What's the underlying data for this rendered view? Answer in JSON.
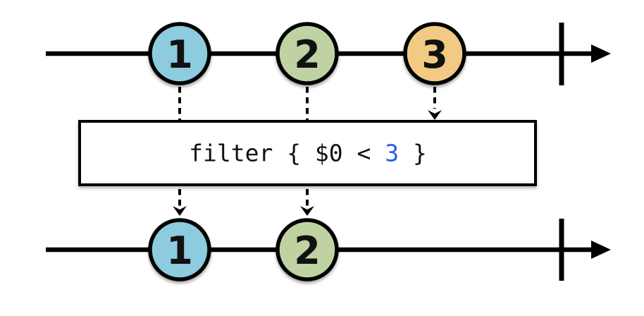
{
  "colors": {
    "background": "#ffffff",
    "outline": "#000000",
    "marble_blue": "#8DCBDE",
    "marble_green": "#BFD3A2",
    "marble_orange": "#F2CA84",
    "code_highlight": "#2B5BE8"
  },
  "source_stream": {
    "marbles": [
      {
        "value": "1",
        "fill": "#8DCBDE"
      },
      {
        "value": "2",
        "fill": "#BFD3A2"
      },
      {
        "value": "3",
        "fill": "#F2CA84"
      }
    ]
  },
  "operator": {
    "code_prefix": "filter { $0 < ",
    "code_value": "3",
    "code_suffix": " }"
  },
  "output_stream": {
    "marbles": [
      {
        "value": "1",
        "fill": "#8DCBDE"
      },
      {
        "value": "2",
        "fill": "#BFD3A2"
      }
    ]
  }
}
